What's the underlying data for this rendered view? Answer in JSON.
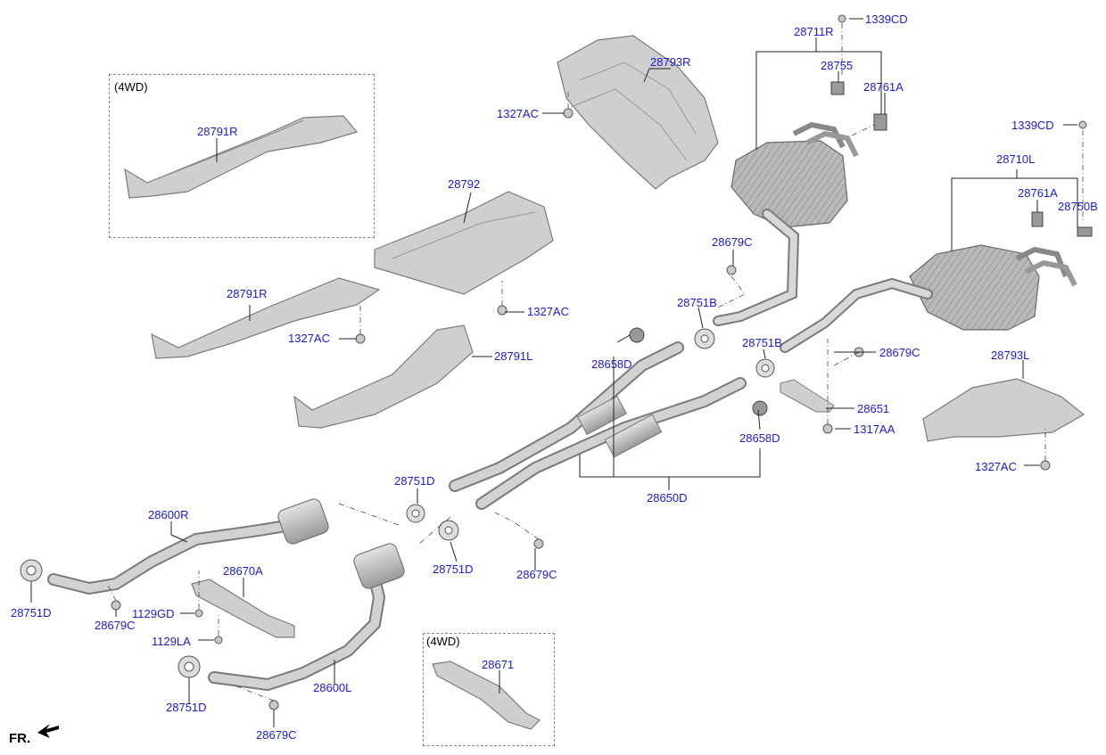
{
  "colors": {
    "label": "#1a1acc",
    "line": "#222222",
    "part_fill": "#c8c8c8",
    "part_stroke": "#7a7a7a"
  },
  "notes": {
    "box1": "(4WD)",
    "box2": "(4WD)",
    "front": "FR."
  },
  "labels": {
    "l28791R_a": "28791R",
    "l28792": "28792",
    "l28791R_b": "28791R",
    "l1327AC_a": "1327AC",
    "l1327AC_b": "1327AC",
    "l28791L": "28791L",
    "l28793R": "28793R",
    "l1327AC_c": "1327AC",
    "l1339CD_a": "1339CD",
    "l28711R": "28711R",
    "l28755": "28755",
    "l28761A_a": "28761A",
    "l1339CD_b": "1339CD",
    "l28710L": "28710L",
    "l28761A_b": "28761A",
    "l28750B": "28750B",
    "l28679C_a": "28679C",
    "l28751B_a": "28751B",
    "l28751B_b": "28751B",
    "l28679C_b": "28679C",
    "l28658D_a": "28658D",
    "l28651": "28651",
    "l1317AA": "1317AA",
    "l28658D_b": "28658D",
    "l28793L": "28793L",
    "l1327AC_d": "1327AC",
    "l28650D": "28650D",
    "l28751D_a": "28751D",
    "l28600R": "28600R",
    "l28751D_b": "28751D",
    "l28679C_c": "28679C",
    "l28670A": "28670A",
    "l1129GD": "1129GD",
    "l28751D_c": "28751D",
    "l28679C_d": "28679C",
    "l1129LA": "1129LA",
    "l28600L": "28600L",
    "l28751D_d": "28751D",
    "l28679C_e": "28679C",
    "l28671": "28671"
  }
}
